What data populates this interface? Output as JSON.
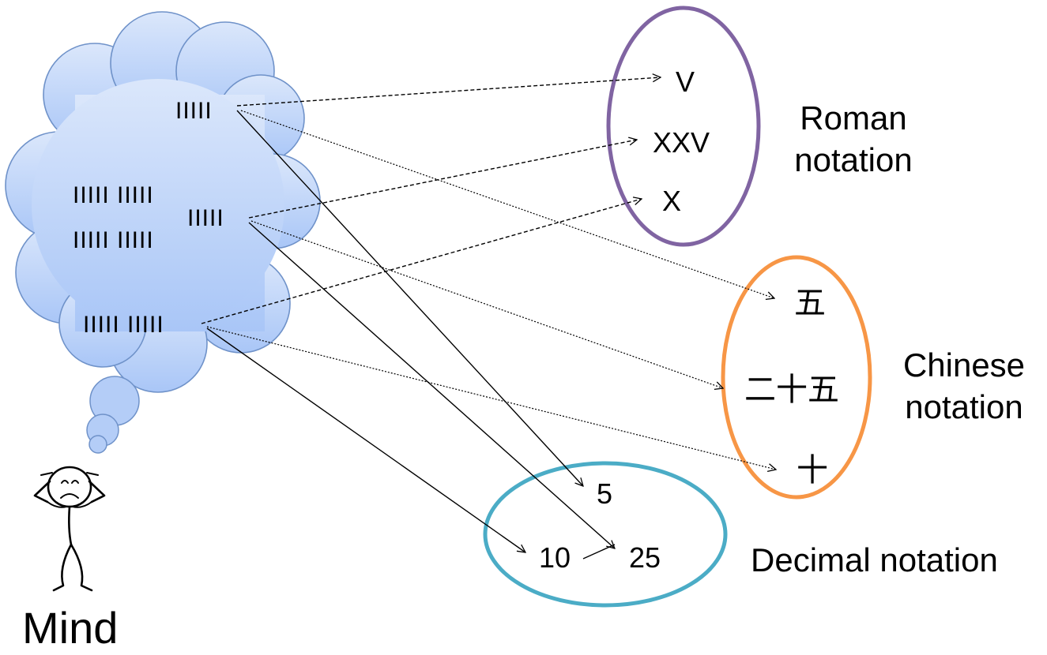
{
  "mind": {
    "label": "Mind",
    "tallies": {
      "five": "IIIII",
      "twenty_five_left_top": "IIIII IIIII",
      "twenty_five_left_bottom": "IIIII IIIII",
      "twenty_five_right": "IIIII",
      "ten": "IIIII IIIII"
    }
  },
  "roman": {
    "label_line1": "Roman",
    "label_line2": "notation",
    "five": "V",
    "twenty_five": "XXV",
    "ten": "X",
    "color": "#8064a2"
  },
  "chinese": {
    "label_line1": "Chinese",
    "label_line2": "notation",
    "five": "五",
    "twenty_five": "二十五",
    "ten": "十",
    "color": "#f79646"
  },
  "decimal": {
    "label": "Decimal notation",
    "five": "5",
    "ten": "10",
    "twenty_five": "25",
    "color": "#4bacc6"
  },
  "cloud": {
    "fill_top": "#dbe7fb",
    "fill_bottom": "#a9c6f7",
    "stroke": "#6f92c9"
  }
}
